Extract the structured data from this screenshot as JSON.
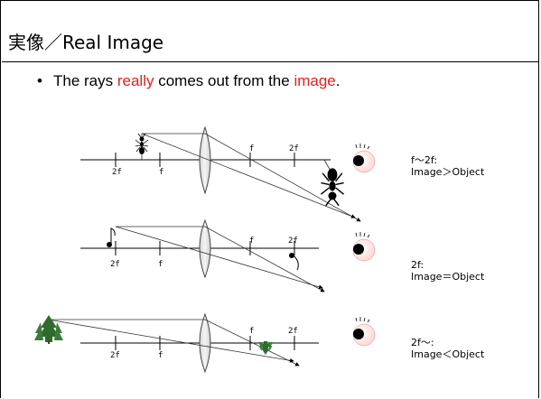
{
  "slide": {
    "title": "実像／Real Image",
    "bullet": {
      "prefix": "The rays ",
      "word1": "really",
      "middle": " comes out from the ",
      "word2": "image",
      "suffix": "."
    },
    "highlight_color": "#e02020"
  },
  "rows": [
    {
      "ticks": {
        "left_2f": "2f",
        "left_f": "f",
        "right_f": "f",
        "right_2f": "2f"
      },
      "caption_line1": "f～2f:",
      "caption_line2": "Image＞Object",
      "object_icon": "ant-icon",
      "image_icon": "ant-icon"
    },
    {
      "ticks": {
        "left_2f": "2f",
        "left_f": "f",
        "right_f": "f",
        "right_2f": "2f"
      },
      "caption_line1": "2f:",
      "caption_line2": "Image＝Object",
      "object_icon": "music-note-icon",
      "image_icon": "music-note-icon"
    },
    {
      "ticks": {
        "left_2f": "2f",
        "left_f": "f",
        "right_f": "f",
        "right_2f": "2f"
      },
      "caption_line1": "2f～:",
      "caption_line2": "Image＜Object",
      "object_icon": "tree-icon",
      "image_icon": "tree-icon"
    }
  ]
}
